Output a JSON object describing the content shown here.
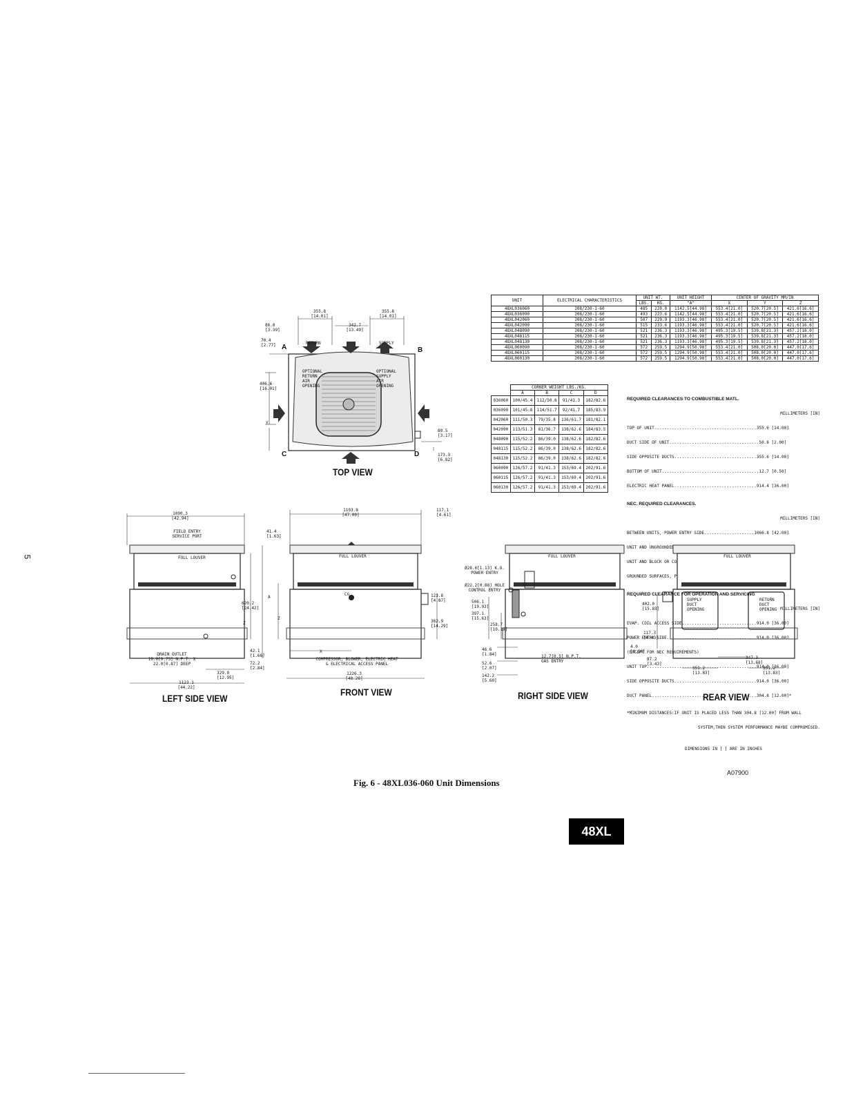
{
  "page_number": "5",
  "figure_id": "A07900",
  "caption": "Fig. 6 - 48XL036-060 Unit Dimensions",
  "badge": "48XL",
  "unit_table": {
    "headers": {
      "unit": "UNIT",
      "elec": "ELECTRICAL CHARACTERISTICS",
      "wt": "UNIT WT.",
      "lbs": "LBS.",
      "kg": "KG.",
      "height": "UNIT HEIGHT",
      "height_sub": "\"A\"",
      "cog": "CENTER OF GRAVITY MM/IN",
      "x": "X",
      "y": "Y",
      "z": "Z"
    },
    "rows": [
      [
        "48XL036060",
        "208/230-1-60",
        "485",
        "220.0",
        "1142.5[44.98]",
        "553.4[21.0]",
        "520.7[20.5]",
        "421.6[16.6]"
      ],
      [
        "48XL036090",
        "208/230-1-60",
        "493",
        "223.6",
        "1142.5[44.98]",
        "553.4[21.0]",
        "520.7[20.5]",
        "421.6[16.6]"
      ],
      [
        "48XL042060",
        "208/230-1-60",
        "507",
        "229.9",
        "1193.3[46.98]",
        "553.4[21.0]",
        "520.7[20.5]",
        "421.6[16.6]"
      ],
      [
        "48XL042090",
        "208/230-1-60",
        "515",
        "233.6",
        "1193.3[46.98]",
        "553.4[21.0]",
        "520.7[20.5]",
        "421.6[16.6]"
      ],
      [
        "48XL048090",
        "208/230-1-60",
        "521",
        "236.3",
        "1193.3[46.98]",
        "495.3[19.5]",
        "539.8[21.3]",
        "457.2[18.0]"
      ],
      [
        "48XL048115",
        "208/230-1-60",
        "521",
        "236.3",
        "1193.3[46.98]",
        "495.3[19.5]",
        "539.8[21.3]",
        "457.2[18.0]"
      ],
      [
        "48XL048130",
        "208/230-1-60",
        "521",
        "236.3",
        "1193.3[46.98]",
        "495.3[19.5]",
        "539.8[21.3]",
        "457.2[18.0]"
      ],
      [
        "48XL060090",
        "208/230-1-60",
        "572",
        "259.5",
        "1294.9[50.98]",
        "553.4[21.0]",
        "508.0[20.0]",
        "447.0[17.6]"
      ],
      [
        "48XL060115",
        "208/230-1-60",
        "572",
        "259.5",
        "1294.9[50.98]",
        "553.4[21.0]",
        "508.0[20.0]",
        "447.0[17.6]"
      ],
      [
        "48XL060130",
        "208/230-1-60",
        "572",
        "259.5",
        "1294.9[50.98]",
        "553.4[21.0]",
        "508.0[20.0]",
        "447.0[17.6]"
      ]
    ]
  },
  "corner_table": {
    "title": "CORNER WEIGHT LBS./KG.",
    "cols": [
      "A",
      "B",
      "C",
      "D"
    ],
    "rows": [
      [
        "036060",
        "100/45.4",
        "112/50.8",
        "91/41.3",
        "182/82.6"
      ],
      [
        "036090",
        "101/45.8",
        "114/51.7",
        "92/41.7",
        "185/83.9"
      ],
      [
        "042060",
        "111/50.3",
        "79/35.8",
        "136/61.7",
        "181/82.1"
      ],
      [
        "042090",
        "113/51.3",
        "81/36.7",
        "138/62.6",
        "184/83.5"
      ],
      [
        "048090",
        "115/52.2",
        "86/39.0",
        "138/62.6",
        "182/82.6"
      ],
      [
        "048115",
        "115/52.2",
        "86/39.0",
        "138/62.6",
        "182/82.6"
      ],
      [
        "048130",
        "115/52.2",
        "86/39.0",
        "138/62.6",
        "182/82.6"
      ],
      [
        "060090",
        "126/57.2",
        "91/41.3",
        "153/69.4",
        "202/91.6"
      ],
      [
        "060115",
        "126/57.2",
        "91/41.3",
        "153/69.4",
        "202/91.6"
      ],
      [
        "060130",
        "126/57.2",
        "91/41.3",
        "153/69.4",
        "202/91.6"
      ]
    ]
  },
  "clearances": {
    "combustible_title": "REQUIRED CLEARANCES TO COMBUSTIBLE MATL.",
    "combustible_units": "MILLIMETERS [IN]",
    "combustible_lines": [
      "TOP OF UNIT.........................................355.6 [14.00]",
      "DUCT SIDE OF UNIT....................................50.8 [2.00]",
      "SIDE OPPOSITE DUCTS.................................355.6 [14.00]",
      "BOTTOM OF UNIT.......................................12.7 [0.50]",
      "ELECTRIC HEAT PANEL.................................914.4 [36.00]"
    ],
    "nec_title": "NEC. REQUIRED CLEARANCES.",
    "nec_units": "MILLIMETERS [IN]",
    "nec_lines": [
      "BETWEEN UNITS, POWER ENTRY SIDE....................1066.8 [42.00]",
      "UNIT AND UNGROUNDED SURFACES, POWER ENTRY SIDE.......914.0 [36.00]",
      "UNIT AND BLOCK OR CONCRETE WALLS AND OTHER",
      "GROUNDED SURFACES, POWER ENTRY SIDE.................1066.8 [42.00]"
    ],
    "service_title": "REQUIRED CLEARANCE FOR OPERATION AND SERVICING",
    "service_units": "MILLIMETERS [IN]",
    "service_lines": [
      "EVAP. COIL ACCESS SIDE..............................914.0 [36.00]",
      "POWER ENTRY SIDE....................................914.0 [36.00]",
      "(EXCEPT FOR NEC REQUIREMENTS)",
      "UNIT TOP............................................914.0 [36.00]",
      "SIDE OPPOSITE DUCTS.................................914.0 [36.00]",
      "DUCT PANEL..........................................304.8 [12.00]*"
    ],
    "note_lines": [
      "*MINIMUM DISTANCES:IF UNIT IS PLACED LESS THAN 304.8 [12.00] FROM WALL",
      "SYSTEM,THEN SYSTEM PERFORMANCE MAYBE COMPROMISED."
    ],
    "dim_note": "DIMENSIONS IN [ ] ARE IN INCHES"
  },
  "views": {
    "top": "TOP VIEW",
    "left": "LEFT SIDE VIEW",
    "front": "FRONT VIEW",
    "right": "RIGHT SIDE VIEW",
    "rear": "REAR VIEW"
  },
  "top_labels": {
    "return": "RETURN",
    "supply": "SUPPLY",
    "opt_return": "OPTIONAL RETURN AIR OPENING",
    "opt_supply": "OPTIONAL SUPPLY AIR OPENING",
    "a": "A",
    "b": "B",
    "c": "C",
    "d": "D",
    "d1": "355.8 [14.01]",
    "d2": "355.8 [14.01]",
    "d3": "342.7 [13.49]",
    "d4": "86.0 [3.39]",
    "d5": "70.4 [2.77]",
    "d6": "406.6 [16.01]",
    "d7": "80.5 [3.17]",
    "d8": "173.3 [6.82]",
    "y": "Y"
  },
  "left_labels": {
    "width": "1090.3 [42.94]",
    "port": "FIELD ENTRY SERVICE PORT",
    "louver": "FULL LOUVER",
    "h620": "620.2 [24.42]",
    "drain": "DRAIN OUTLET 19.0[0.75] N.P.T. X 22.0[0.87] DEEP",
    "d42": "42.1 [1.66]",
    "d72": "72.2 [2.84]",
    "d329": "329.0 [12.95]",
    "d1123": "1123.1 [44.22]",
    "z": "Z"
  },
  "front_labels": {
    "width": "1193.8 [47.00]",
    "d117": "117.1 [4.61]",
    "d41": "41.4 [1.63]",
    "louver": "FULL LOUVER",
    "cg": "CG",
    "a": "A",
    "z": "Z",
    "x": "X",
    "d123": "123.8 [4.87]",
    "d362": "362.9 [14.29]",
    "access": "COMPRESSOR, BLOWER, ELECTRIC HEAT & ELECTRICAL ACCESS PANEL",
    "d1226": "1226.3 [48.28]"
  },
  "right_labels": {
    "power": "Ø28.6[1.13] K.O. POWER ENTRY",
    "control": "Ø22.2[0.88] HOLE CONTROL ENTRY",
    "louver": "FULL LOUVER",
    "d506": "506.1 [19.93]",
    "d397": "397.1 [15.63]",
    "d258": "258.7 [10.19]",
    "gas": "12.7[0.5] N.P.T. GAS ENTRY",
    "d46": "46.6 [1.84]",
    "d52": "52.6 [2.07]",
    "d142": "142.2 [5.60]"
  },
  "rear_labels": {
    "louver": "FULL LOUVER",
    "supply": "SUPPLY DUCT OPENING",
    "return": "RETURN DUCT OPENING",
    "d402": "402.0 [15.83]",
    "d117": "117.3 [4.43]",
    "d4": "4.0 [0.16]",
    "d87": "87.2 [3.43]",
    "d347": "347.3 [13.68]",
    "d351a": "351.2 [13.83]",
    "d351b": "351.2 [13.83]"
  }
}
